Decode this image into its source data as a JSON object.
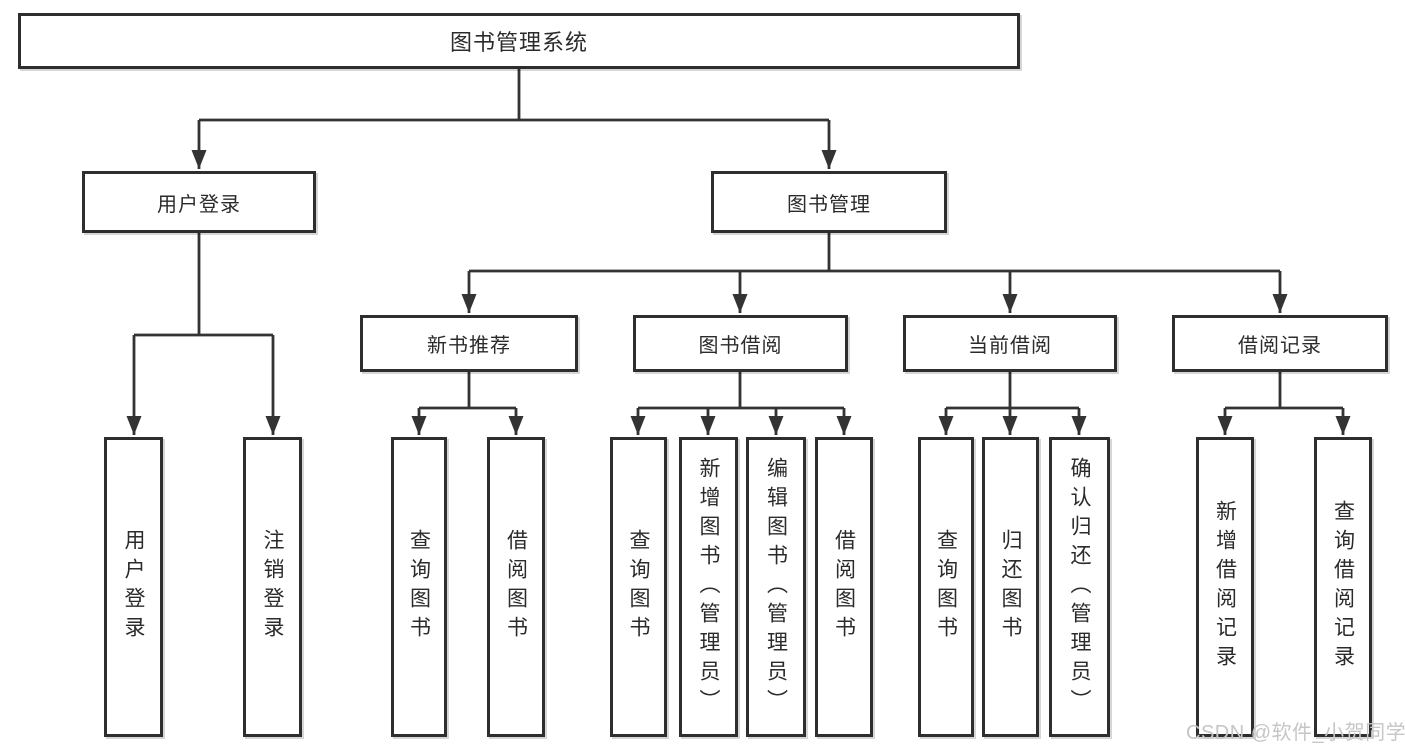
{
  "colors": {
    "line": "#333333",
    "box_border": "#2e2e2e",
    "text": "#2b2b2b",
    "watermark": "#c6c6c6",
    "background": "#ffffff"
  },
  "tree": {
    "label": "图书管理系统",
    "children": [
      {
        "label": "用户登录",
        "children": [
          {
            "label": "用户登录"
          },
          {
            "label": "注销登录"
          }
        ]
      },
      {
        "label": "图书管理",
        "children": [
          {
            "label": "新书推荐",
            "children": [
              {
                "label": "查询图书"
              },
              {
                "label": "借阅图书"
              }
            ]
          },
          {
            "label": "图书借阅",
            "children": [
              {
                "label": "查询图书"
              },
              {
                "label": "新增图书（管理员）"
              },
              {
                "label": "编辑图书（管理员）"
              },
              {
                "label": "借阅图书"
              }
            ]
          },
          {
            "label": "当前借阅",
            "children": [
              {
                "label": "查询图书"
              },
              {
                "label": "归还图书"
              },
              {
                "label": "确认归还（管理员）"
              }
            ]
          },
          {
            "label": "借阅记录",
            "children": [
              {
                "label": "新增借阅记录"
              },
              {
                "label": "查询借阅记录"
              }
            ]
          }
        ]
      }
    ]
  },
  "watermark": {
    "text": "CSDN @软件_小贺同学"
  }
}
